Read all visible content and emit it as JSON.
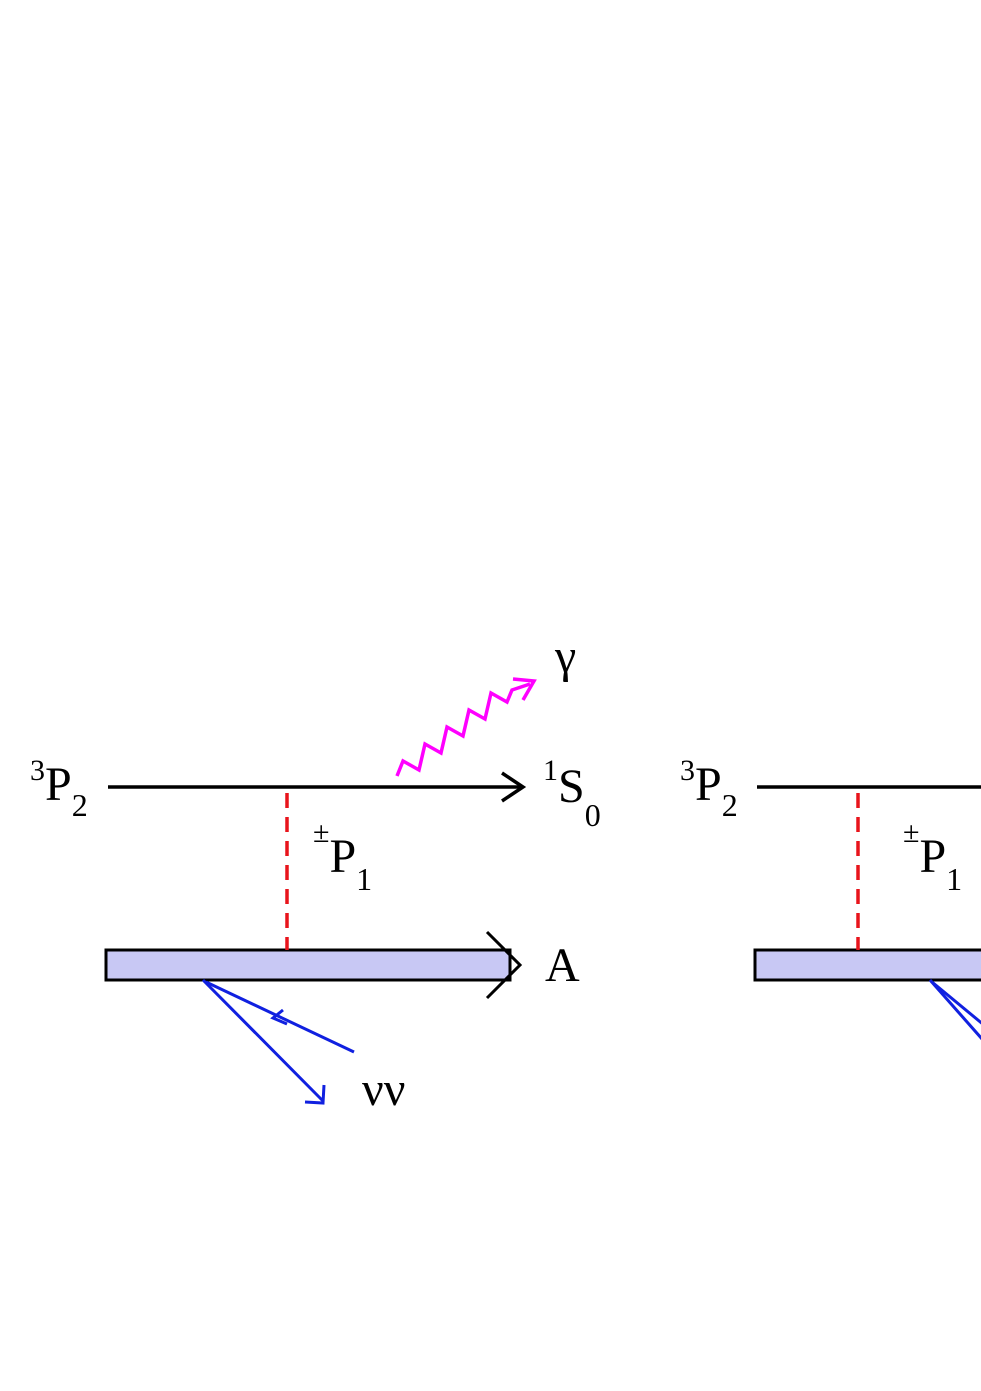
{
  "colors": {
    "line": "#000000",
    "exchange": "#e8141b",
    "photon": "#ff00ff",
    "neutrino": "#1020e0",
    "nucleus_fill": "#c8c8f4"
  },
  "icons": {
    "photon": "wavy-photon-arrow",
    "neutrino": "neutrino-pair-arrows"
  },
  "diagrams": [
    {
      "initial": {
        "sup": "3",
        "base": "P",
        "sub": "2"
      },
      "final": {
        "sup": "1",
        "base": "S",
        "sub": "0"
      },
      "exchange": {
        "sup": "±",
        "base": "P",
        "sub": "1"
      },
      "nucleus": "A",
      "photon": "γ",
      "neutrinos": "νν"
    },
    {
      "initial": {
        "sup": "3",
        "base": "P",
        "sub": "2"
      },
      "exchange": {
        "sup": "±",
        "base": "P",
        "sub": "1"
      }
    }
  ]
}
